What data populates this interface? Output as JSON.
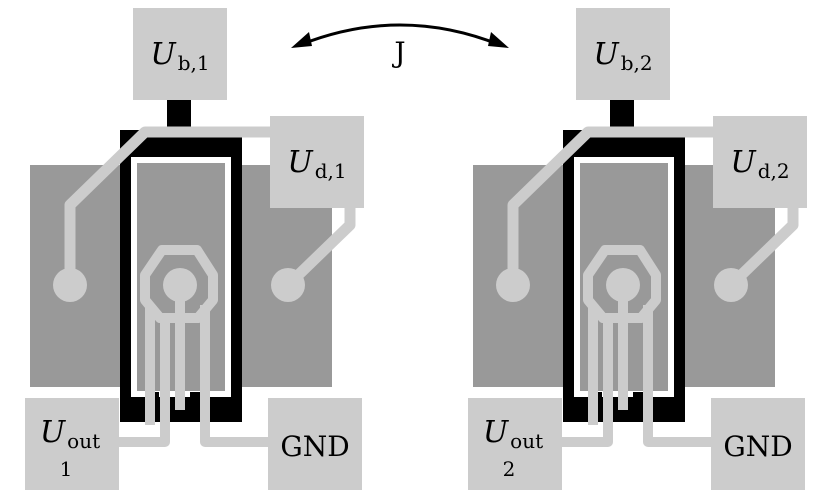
{
  "coupling": {
    "label": "J"
  },
  "devices": [
    {
      "bias": {
        "symbol": "U",
        "sub": "b,1"
      },
      "drain": {
        "symbol": "U",
        "sub": "d,1"
      },
      "output": {
        "symbol": "U",
        "sub": "out",
        "index": "1"
      },
      "ground": {
        "label": "GND"
      }
    },
    {
      "bias": {
        "symbol": "U",
        "sub": "b,2"
      },
      "drain": {
        "symbol": "U",
        "sub": "d,2"
      },
      "output": {
        "symbol": "U",
        "sub": "out",
        "index": "2"
      },
      "ground": {
        "label": "GND"
      }
    }
  ],
  "colors": {
    "pad": "#cccccc",
    "gate_region": "#999999",
    "metal": "#000000",
    "trace": "#cccccc",
    "inner_ring": "#ffffff",
    "background": "#ffffff"
  }
}
